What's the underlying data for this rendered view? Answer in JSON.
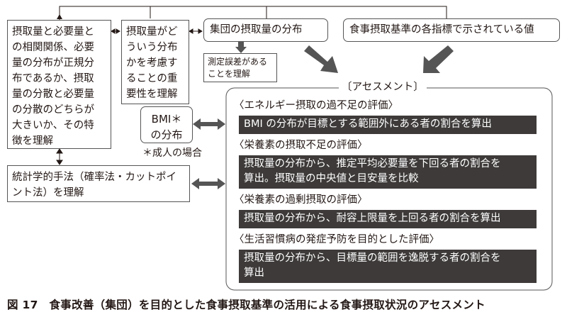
{
  "boxes": {
    "correlation": "摂取量と必要量と\nの相関関係、必要\n量の分布が正規分\n布であるか、摂取\n量の分散と必要量\nの分散のどちらが\n大きいか、その特\n徴を理解",
    "distribution_importance": "摂取量がど\nういう分布\nかを考慮す\nることの重\n要性を理解",
    "group_distribution": "集団の摂取量の分布",
    "indicators": "食事摂取基準の各指標で示されている値",
    "measurement_error": "測定誤差がある\nことを理解",
    "statistical_method": "統計学的手法（確率法・カットポイ\nント法）を理解",
    "bmi": "BMI＊\nの分布",
    "adult_note": "＊成人の場合"
  },
  "assessment": {
    "title": "〔アセスメント〕",
    "sections": [
      {
        "heading": "〈エネルギー摂取の過不足の評価〉",
        "body": "BMI の分布が目標とする範囲外にある者の割合を算出"
      },
      {
        "heading": "〈栄養素の摂取不足の評価〉",
        "body": "摂取量の分布から、推定平均必要量を下回る者の割合を\n算出。摂取量の中央値と目安量を比較"
      },
      {
        "heading": "〈栄養素の過剰摂取の評価〉",
        "body": "摂取量の分布から、耐容上限量を上回る者の割合を算出"
      },
      {
        "heading": "〈生活習慣病の発症予防を目的とした評価〉",
        "body": "摂取量の分布から、目標量の範囲を逸脱する者の割合を\n算出"
      }
    ]
  },
  "caption": "図 17　食事改善（集団）を目的とした食事摂取基準の活用による食事摂取状況のアセスメント",
  "colors": {
    "dark_fill": "#3d3a39",
    "line": "#231815",
    "arrow": "#555555"
  }
}
